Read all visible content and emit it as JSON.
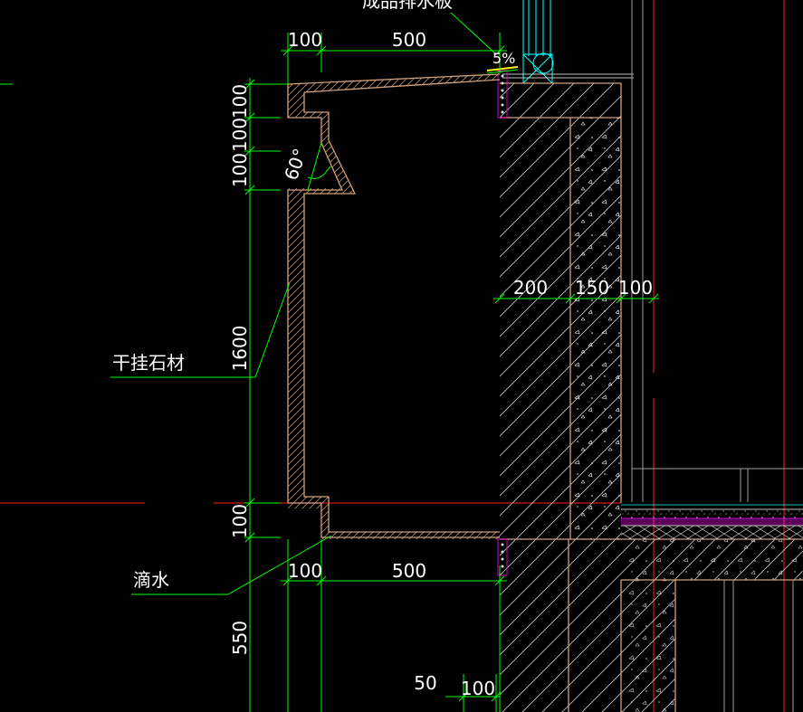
{
  "drawing": {
    "colors": {
      "background": "#000000",
      "dimension": "#00ff00",
      "outline": "#d2a07a",
      "axis": "#ff2020",
      "frame": "#9a9a9a",
      "accent_cyan": "#00ffff",
      "accent_magenta": "#ff00ff",
      "accent_yellow": "#ffff00",
      "text": "#ffffff"
    },
    "top_note": "成品排水板",
    "slope": "5%",
    "angle": "60°",
    "dims": {
      "top_100": "100",
      "top_500": "500",
      "left_100_a": "100",
      "left_100_b": "100",
      "left_100_c": "100",
      "left_1600": "1600",
      "left_100_bottom": "100",
      "left_550": "550",
      "wall_200": "200",
      "wall_150": "150",
      "wall_100": "100",
      "bottom_100": "100",
      "bottom_500": "500",
      "base_50": "50",
      "base_100": "100"
    },
    "labels": {
      "stone": "干挂石材",
      "drip": "滴水"
    }
  }
}
